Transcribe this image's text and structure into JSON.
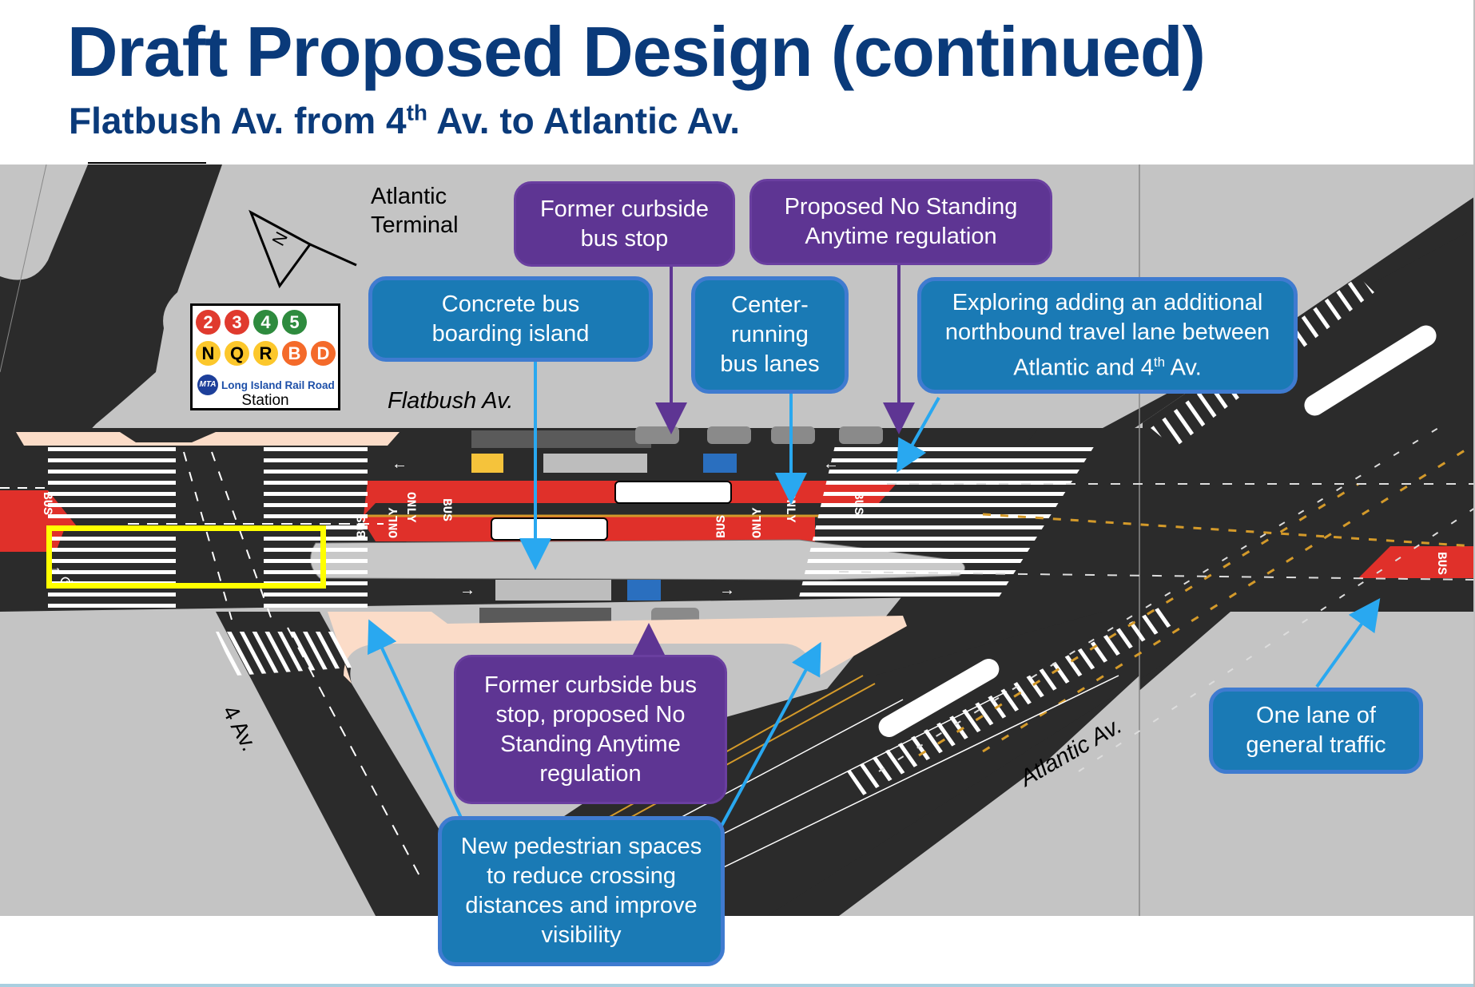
{
  "header": {
    "title": "Draft Proposed Design (continued)",
    "subtitle_prefix": "Flatbush Av. from 4",
    "subtitle_sup": "th",
    "subtitle_suffix": " Av. to Atlantic Av."
  },
  "map_labels": {
    "atlantic_terminal_line1": "Atlantic",
    "atlantic_terminal_line2": "Terminal",
    "flatbush_av": "Flatbush Av.",
    "fourth_av": "4 Av.",
    "atlantic_av": "Atlantic Av.",
    "north_arrow": "N",
    "bus_marking": "BUS",
    "only_marking": "ONLY"
  },
  "station_sign": {
    "routes_row1": [
      {
        "label": "2",
        "color": "#e03a2e"
      },
      {
        "label": "3",
        "color": "#e03a2e"
      },
      {
        "label": "4",
        "color": "#2e8b3e"
      },
      {
        "label": "5",
        "color": "#2e8b3e"
      }
    ],
    "routes_row2": [
      {
        "label": "N",
        "color": "#fcc72b"
      },
      {
        "label": "Q",
        "color": "#fcc72b"
      },
      {
        "label": "R",
        "color": "#fcc72b"
      },
      {
        "label": "B",
        "color": "#f46a2a"
      },
      {
        "label": "D",
        "color": "#f46a2a"
      }
    ],
    "mta_logo": "MTA",
    "rail_name": "Long Island Rail Road",
    "station_word": "Station"
  },
  "callouts": {
    "former_curbside_top": "Former curbside bus stop",
    "proposed_no_standing_top": "Proposed No Standing Anytime regulation",
    "concrete_island": "Concrete bus boarding island",
    "center_running": "Center-running bus lanes",
    "exploring_prefix": "Exploring adding an additional northbound travel lane between Atlantic and 4",
    "exploring_sup": "th",
    "exploring_suffix": " Av.",
    "former_curbside_bottom": "Former curbside bus stop, proposed No Standing Anytime regulation",
    "new_pedestrian": "New pedestrian spaces to reduce crossing distances and improve visibility",
    "one_lane": "One lane of general traffic"
  },
  "colors": {
    "title_blue": "#0a3a7a",
    "callout_purple": "#5e3593",
    "callout_blue": "#1a7ab5",
    "bus_lane_red": "#e0302a",
    "asphalt": "#2b2b2b",
    "sidewalk_gray": "#c4c4c4",
    "ped_space": "#fbdcc8",
    "highlight_yellow": "#ffff00",
    "arrow_blue": "#29a8f0",
    "arrow_purple": "#5e3593"
  }
}
